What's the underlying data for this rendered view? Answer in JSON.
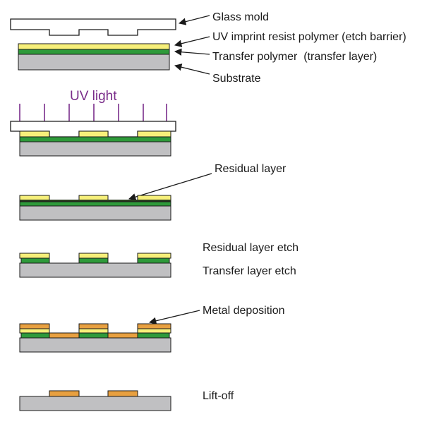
{
  "labels": {
    "glass_mold": "Glass mold",
    "uv_resist": "UV imprint resist polymer (etch barrier)",
    "transfer_polymer": "Transfer polymer  (transfer layer)",
    "substrate": "Substrate",
    "uv_light": "UV light",
    "residual_layer": "Residual layer",
    "residual_layer_etch": "Residual layer etch",
    "transfer_layer_etch": "Transfer layer etch",
    "metal_deposition": "Metal deposition",
    "lift_off": "Lift-off"
  },
  "colors": {
    "substrate": "#c0c0c2",
    "transfer_layer": "#2e9a3a",
    "resist": "#f7f07a",
    "metal": "#e8a040",
    "mold": "#ffffff",
    "uv_light": "#7a2d8a",
    "outline": "#1a1a1a",
    "arrow": "#1a1a1a"
  }
}
